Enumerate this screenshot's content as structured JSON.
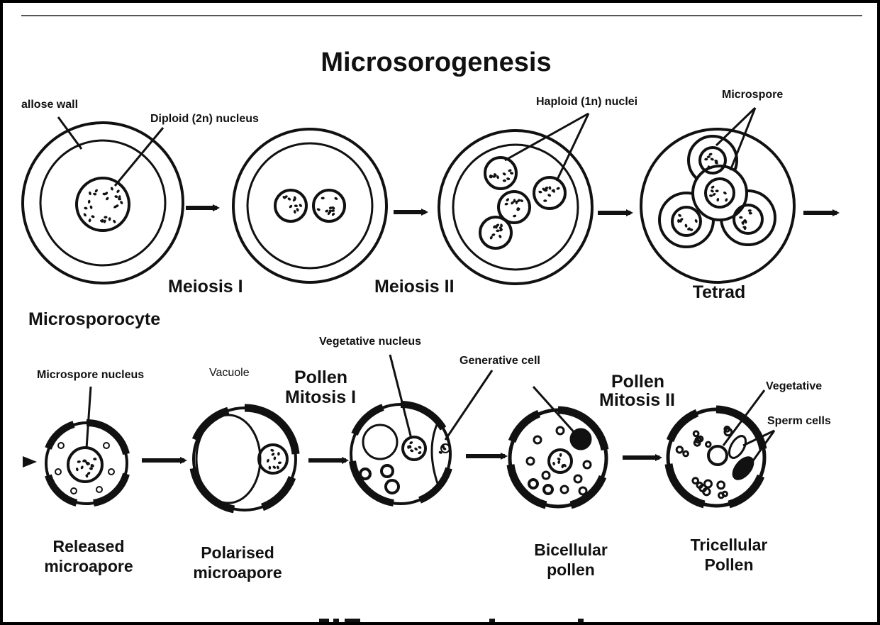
{
  "title": "Microsorogenesis",
  "colors": {
    "ink": "#111111",
    "background": "#ffffff",
    "frame": "#000000"
  },
  "top_row": {
    "annotations": {
      "allose_wall": "allose wall",
      "diploid_nucleus": "Diploid (2n) nucleus",
      "haploid_nuclei": "Haploid (1n) nuclei",
      "microspore": "Microspore"
    },
    "stages": {
      "meiosis_1": "Meiosis I",
      "meiosis_2": "Meiosis II",
      "tetrad": "Tetrad",
      "microsporocyte": "Microsporocyte"
    }
  },
  "bottom_row": {
    "annotations": {
      "microspore_nucleus": "Microspore nucleus",
      "vacuole": "Vacuole",
      "vegetative_nucleus": "Vegetative nucleus",
      "generative_cell": "Generative cell",
      "vegetative": "Vegetative",
      "sperm_cells": "Sperm cells"
    },
    "mitosis_labels": {
      "pm1_line1": "Pollen",
      "pm1_line2": "Mitosis I",
      "pm2_line1": "Pollen",
      "pm2_line2": "Mitosis II"
    },
    "captions": {
      "released_1": "Released",
      "released_2": "microapore",
      "polarised_1": "Polarised",
      "polarised_2": "microapore",
      "bicellular_1": "Bicellular",
      "bicellular_2": "pollen",
      "tricellular_1": "Tricellular",
      "tricellular_2": "Pollen"
    }
  }
}
